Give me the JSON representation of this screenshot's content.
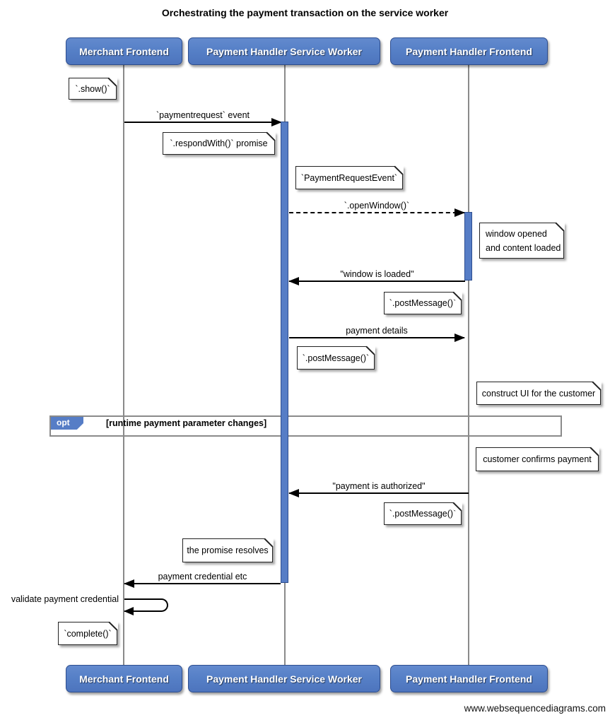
{
  "title": "Orchestrating the payment transaction on the service worker",
  "footer": "www.websequencediagrams.com",
  "actors": [
    {
      "label": "Merchant Frontend"
    },
    {
      "label": "Payment Handler Service Worker"
    },
    {
      "label": "Payment Handler Frontend"
    }
  ],
  "messages": {
    "paymentrequest": "`paymentrequest` event",
    "open_window": "`.openWindow()`",
    "window_loaded": "\"window is loaded\"",
    "payment_details": "payment details",
    "payment_authorized": "\"payment is authorized\"",
    "payment_credential": "payment credential etc",
    "validate_credential": "validate payment credential"
  },
  "notes": {
    "show": "`.show()`",
    "respond_with": "`.respondWith()` promise",
    "payment_request_event": "`PaymentRequestEvent`",
    "window_opened_lines": [
      "window opened",
      "and content loaded"
    ],
    "post_message_1": "`.postMessage()`",
    "post_message_2": "`.postMessage()`",
    "construct_ui": "construct UI for the customer",
    "customer_confirms": "customer confirms payment",
    "post_message_3": "`.postMessage()`",
    "promise_resolves": "the promise resolves",
    "complete": "`complete()`"
  },
  "fragment": {
    "operator": "opt",
    "condition": "[runtime payment parameter changes]"
  },
  "colors": {
    "actor_fill": "#567dc6",
    "actor_border": "#2d4d8e",
    "lifeline": "#8a8a8a",
    "arrow": "#000000"
  }
}
